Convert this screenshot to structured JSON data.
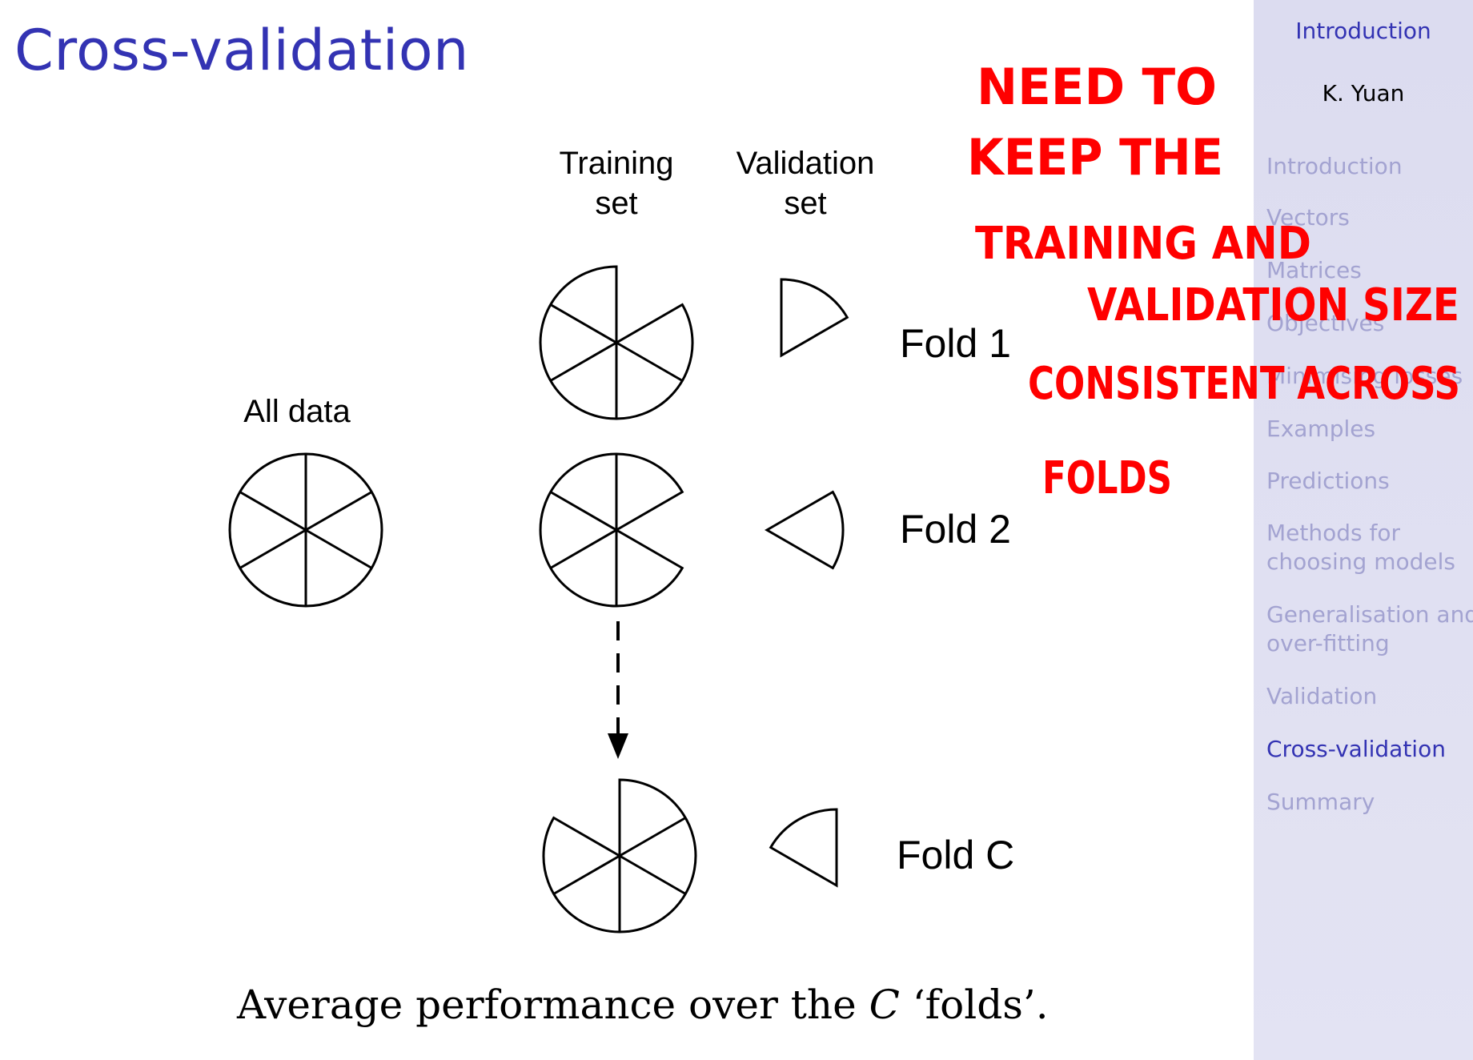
{
  "slide": {
    "title": "Cross-validation",
    "caption_before": "Average performance over the ",
    "caption_var": "C",
    "caption_after": " ‘folds’."
  },
  "diagram": {
    "all_data_label": "All data",
    "training_label_line1": "Training",
    "training_label_line2": "set",
    "validation_label_line1": "Validation",
    "validation_label_line2": "set",
    "folds": [
      "Fold 1",
      "Fold 2",
      "Fold C"
    ]
  },
  "sidebar": {
    "section": "Introduction",
    "author": "K. Yuan",
    "items": [
      {
        "label": "Introduction",
        "active": false
      },
      {
        "label": "Vectors",
        "active": false
      },
      {
        "label": "Matrices",
        "active": false
      },
      {
        "label": "Objectives",
        "active": false
      },
      {
        "label": "Minimising losses",
        "active": false
      },
      {
        "label": "Examples",
        "active": false
      },
      {
        "label": "Predictions",
        "active": false
      },
      {
        "label": "Methods for\nchoosing models",
        "active": false
      },
      {
        "label": "Generalisation and\nover-fitting",
        "active": false
      },
      {
        "label": "Validation",
        "active": false
      },
      {
        "label": "Cross-validation",
        "active": true
      },
      {
        "label": "Summary",
        "active": false
      }
    ]
  },
  "annotation": {
    "lines": [
      "NEED TO",
      "KEEP THE",
      "TRAINING AND",
      "VALIDATION SIZE",
      "CONSISTENT ACROSS",
      "FOLDS"
    ],
    "color": "#ff0000"
  },
  "colors": {
    "accent": "#3333b3",
    "sidebar_inactive": "#a3a3d1",
    "sidebar_bg": "#dcdcf0"
  }
}
